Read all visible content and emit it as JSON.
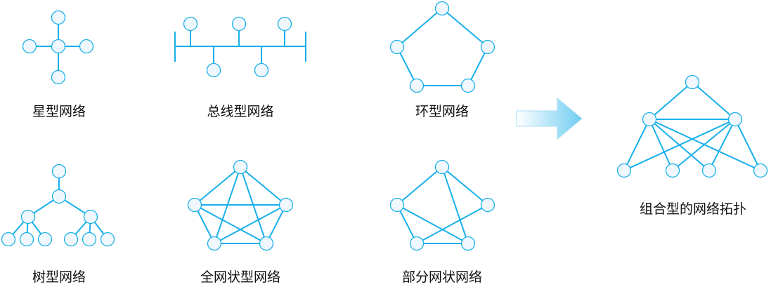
{
  "labels": {
    "star": "星型网络",
    "bus": "总线型网络",
    "ring": "环型网络",
    "tree": "树型网络",
    "full_mesh": "全网状型网络",
    "partial_mesh": "部分网状网络",
    "combined": "组合型的网络拓扑"
  },
  "colors": {
    "line": "#19b0ea",
    "node_fill": "#f0f8fd",
    "node_stroke": "#1ab0e8"
  }
}
